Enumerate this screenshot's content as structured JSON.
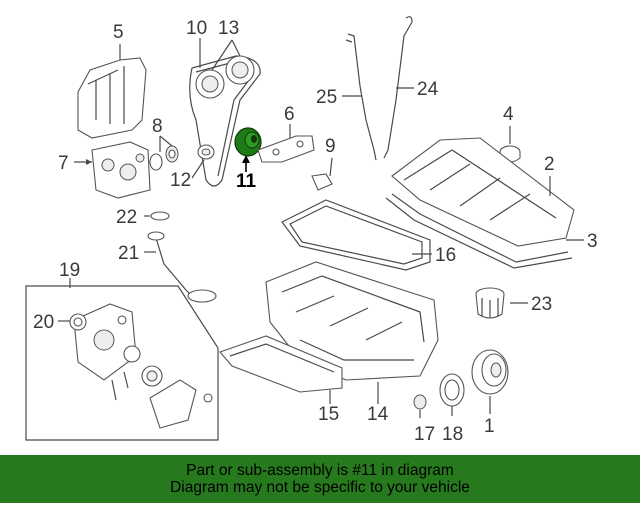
{
  "diagram": {
    "highlight_color": "#1e7a16",
    "callouts": {
      "p1": "1",
      "p2": "2",
      "p3": "3",
      "p4": "4",
      "p5": "5",
      "p6": "6",
      "p7": "7",
      "p8": "8",
      "p9": "9",
      "p10": "10",
      "p11": "11",
      "p12": "12",
      "p13": "13",
      "p14": "14",
      "p15": "15",
      "p16": "16",
      "p17": "17",
      "p18": "18",
      "p19": "19",
      "p20": "20",
      "p21": "21",
      "p22": "22",
      "p23": "23",
      "p24": "24",
      "p25": "25"
    }
  },
  "banner": {
    "background": "#267a1d",
    "line1": "Part or sub-assembly is #11 in diagram",
    "line2": "Diagram may not be specific to your vehicle"
  }
}
